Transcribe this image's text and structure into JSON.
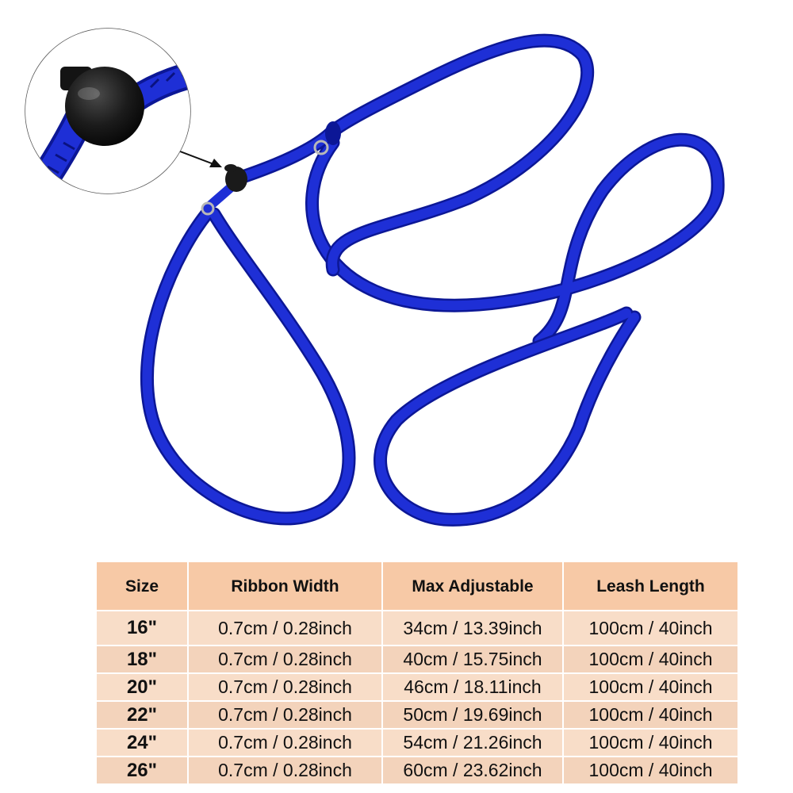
{
  "photo": {
    "subject": "blue braided slip leash with stopper",
    "colors": {
      "rope": "#1e2fd6",
      "rope_dark": "#0c1796",
      "stopper": "#1a1a1a",
      "ring": "#b8b8b8",
      "background": "#ffffff"
    }
  },
  "size_table": {
    "colors": {
      "header_bg": "#f7c9a6",
      "row_bg": "#f8ddc8",
      "alt_row_bg": "#f3d3bb"
    },
    "headers": [
      "Size",
      "Ribbon Width",
      "Max Adjustable",
      "Leash Length"
    ],
    "rows": [
      [
        "16\"",
        "0.7cm / 0.28inch",
        "34cm / 13.39inch",
        "100cm / 40inch"
      ],
      [
        "18\"",
        "0.7cm / 0.28inch",
        "40cm / 15.75inch",
        "100cm / 40inch"
      ],
      [
        "20\"",
        "0.7cm / 0.28inch",
        "46cm / 18.11inch",
        "100cm / 40inch"
      ],
      [
        "22\"",
        "0.7cm / 0.28inch",
        "50cm / 19.69inch",
        "100cm / 40inch"
      ],
      [
        "24\"",
        "0.7cm / 0.28inch",
        "54cm / 21.26inch",
        "100cm / 40inch"
      ],
      [
        "26\"",
        "0.7cm / 0.28inch",
        "60cm / 23.62inch",
        "100cm / 40inch"
      ]
    ]
  }
}
